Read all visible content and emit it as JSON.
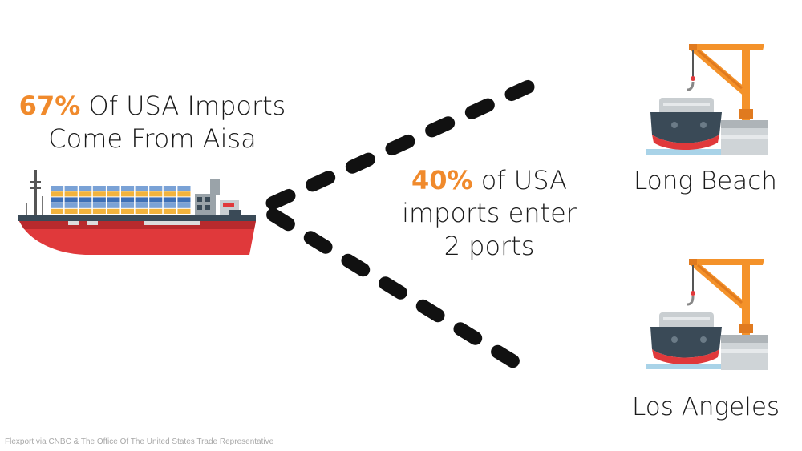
{
  "headline": {
    "percent": "67%",
    "line1_rest": " Of USA Imports",
    "line2": "Come From Aisa"
  },
  "ports_statement": {
    "percent": "40%",
    "line1_rest": " of USA",
    "line2": "imports enter",
    "line3": "2 ports"
  },
  "ports": [
    {
      "name": "Long Beach"
    },
    {
      "name": "Los Angeles"
    }
  ],
  "source": "Flexport via CNBC & The Office Of The United States Trade Representative",
  "colors": {
    "accent": "#f08a2c",
    "hull_red": "#e0393b",
    "hull_dark": "#3a4a57",
    "crane_orange": "#f4922a",
    "dash": "#111111"
  }
}
